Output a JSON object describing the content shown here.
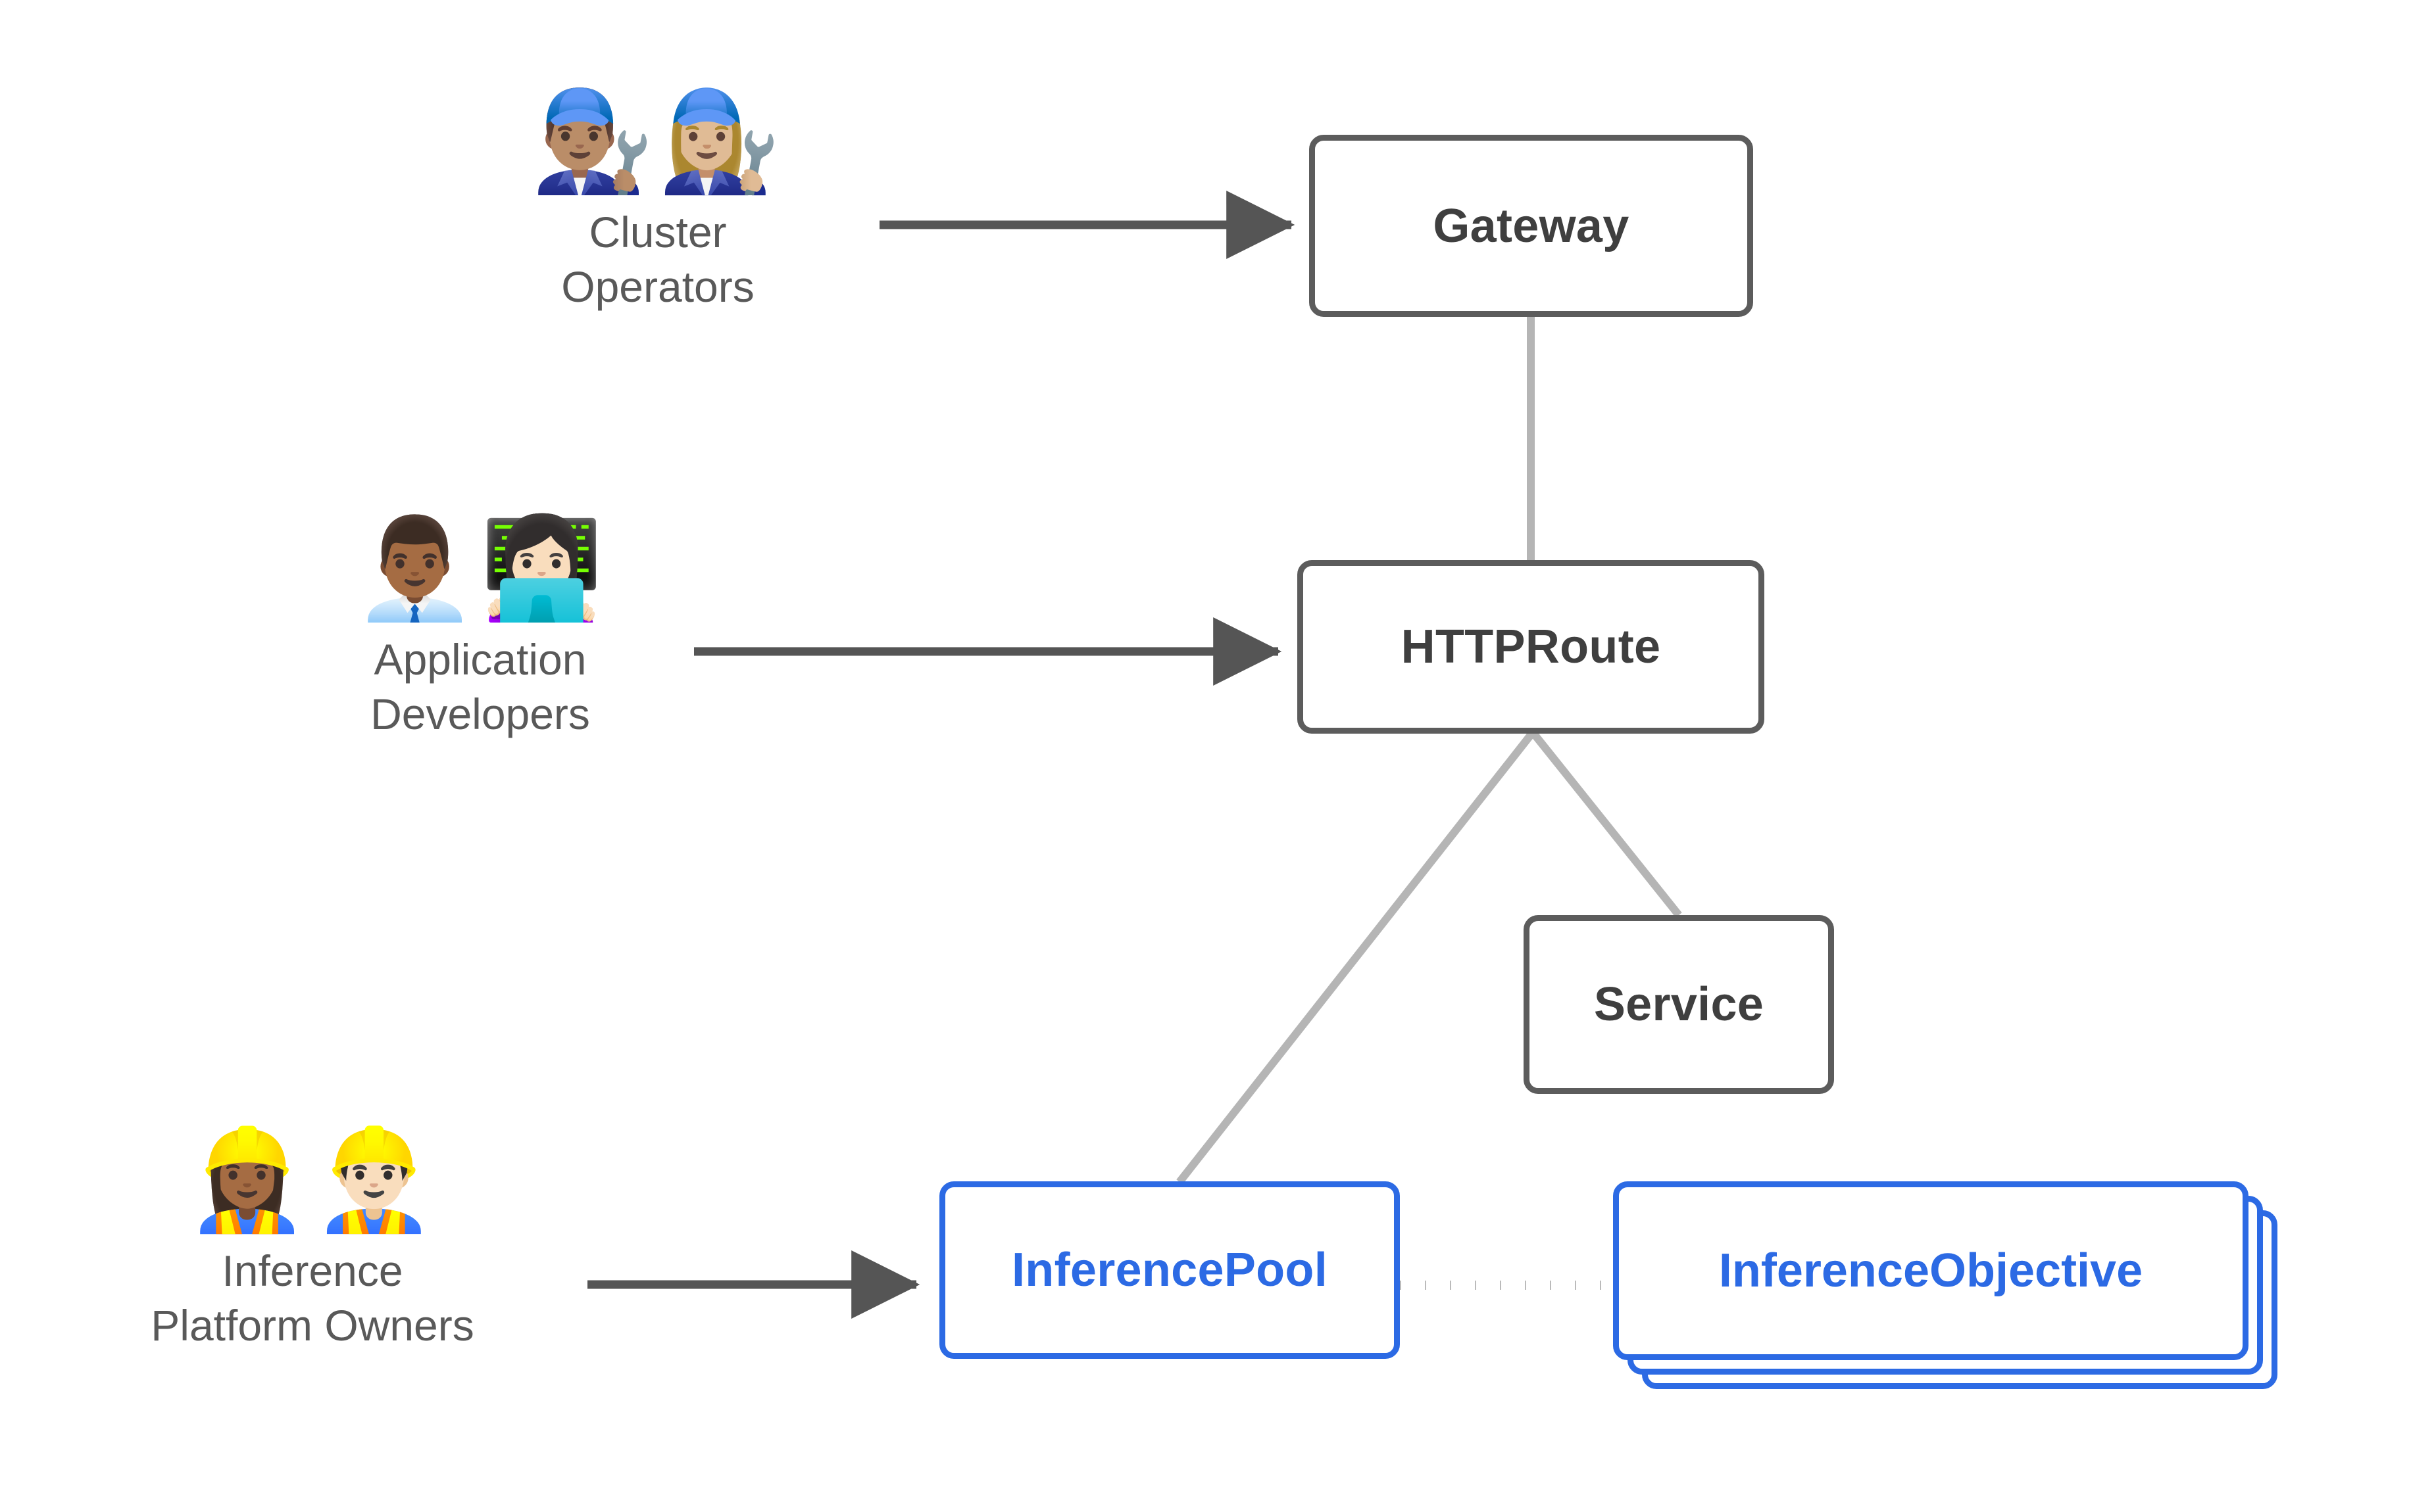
{
  "diagram": {
    "title": "Gateway API Inference Extension resource model",
    "background_color": "#ffffff",
    "colors": {
      "node_border": "#5c5c5c",
      "node_text": "#3f3f3f",
      "accent": "#2c6ae4",
      "actor_text": "#595959",
      "arrow": "#555555",
      "link": "#b5b5b5",
      "dotted": "#bbbbbb"
    }
  },
  "actors": [
    {
      "id": "cluster-operators",
      "emoji": "👨🏽‍🔧👩🏼‍🔧",
      "emoji_names": [
        "man-mechanic-icon",
        "woman-mechanic-icon"
      ],
      "label": "Cluster\nOperators"
    },
    {
      "id": "application-developers",
      "emoji": "👨🏾‍💼👩🏻‍💻",
      "emoji_names": [
        "man-office-worker-icon",
        "woman-technologist-icon"
      ],
      "label": "Application\nDevelopers"
    },
    {
      "id": "inference-platform-owners",
      "emoji": "👷🏾‍♀️👷🏻‍♂️",
      "emoji_names": [
        "woman-construction-worker-icon",
        "man-construction-worker-icon"
      ],
      "label": "Inference\nPlatform Owners"
    }
  ],
  "nodes": [
    {
      "id": "gateway",
      "label": "Gateway",
      "accent": false
    },
    {
      "id": "httproute",
      "label": "HTTPRoute",
      "accent": false
    },
    {
      "id": "service",
      "label": "Service",
      "accent": false
    },
    {
      "id": "inferencepool",
      "label": "InferencePool",
      "accent": true
    },
    {
      "id": "inferenceobjective",
      "label": "InferenceObjective",
      "accent": true,
      "stacked": true,
      "stack_count": 3
    }
  ],
  "edges": [
    {
      "id": "operators-to-gateway",
      "from": "cluster-operators",
      "to": "gateway",
      "style": "arrow"
    },
    {
      "id": "developers-to-route",
      "from": "application-developers",
      "to": "httproute",
      "style": "arrow"
    },
    {
      "id": "owners-to-pool",
      "from": "inference-platform-owners",
      "to": "inferencepool",
      "style": "arrow"
    },
    {
      "id": "gateway-to-route",
      "from": "gateway",
      "to": "httproute",
      "style": "line"
    },
    {
      "id": "route-to-service",
      "from": "httproute",
      "to": "service",
      "style": "line"
    },
    {
      "id": "route-to-pool",
      "from": "httproute",
      "to": "inferencepool",
      "style": "line"
    },
    {
      "id": "pool-to-objective",
      "from": "inferencepool",
      "to": "inferenceobjective",
      "style": "dotted"
    }
  ]
}
